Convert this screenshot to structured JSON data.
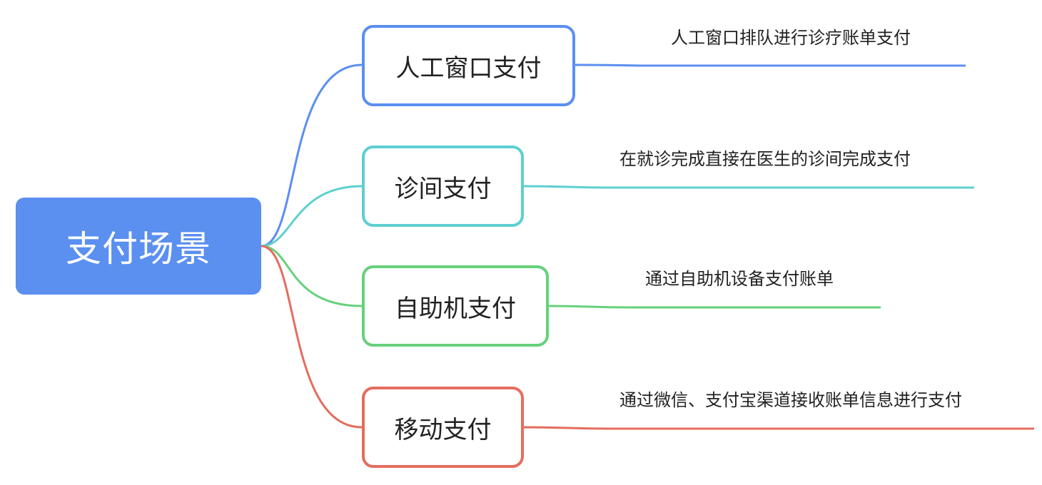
{
  "root": {
    "label": "支付场景",
    "color": "#5b8ff0"
  },
  "branches": [
    {
      "label": "人工窗口支付",
      "description": "人工窗口排队进行诊疗账单支付",
      "color": "#5b8ff0"
    },
    {
      "label": "诊间支付",
      "description": "在就诊完成直接在医生的诊间完成支付",
      "color": "#5ecfd0"
    },
    {
      "label": "自助机支付",
      "description": "通过自助机设备支付账单",
      "color": "#66d17c"
    },
    {
      "label": "移动支付",
      "description": "通过微信、支付宝渠道接收账单信息进行支付",
      "color": "#e46d5e"
    }
  ]
}
